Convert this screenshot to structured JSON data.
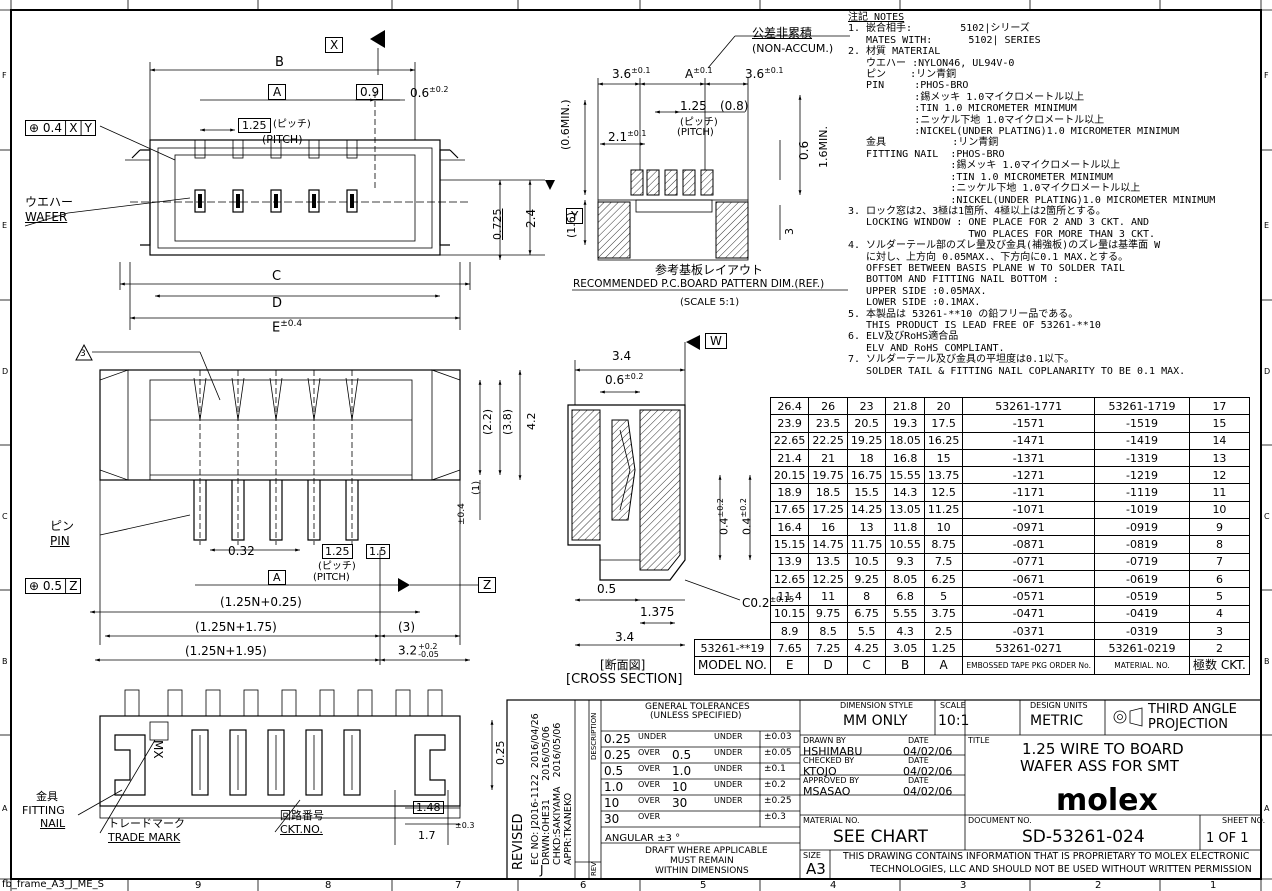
{
  "border": {
    "top_cols": [
      "",
      "",
      "",
      "",
      "",
      "",
      "",
      "",
      "",
      ""
    ],
    "bottom_cols": [
      "9",
      "8",
      "7",
      "6",
      "5",
      "4",
      "3",
      "2",
      "1"
    ],
    "right_rows": [
      "F",
      "E",
      "D",
      "C",
      "B",
      "A"
    ],
    "left_rows": [
      "F",
      "E",
      "D",
      "C",
      "B",
      "A"
    ],
    "frame_label": "fb_frame_A3_J_ME_S"
  },
  "top_view": {
    "labels": {
      "x_datum": "X",
      "b": "B",
      "a_box": "A",
      "val_09": "0.9",
      "val_06": "0.6",
      "tol_06": "±0.2",
      "pitch": "1.25",
      "pitch_jp": "(ピッチ)",
      "pitch_en": "(PITCH)",
      "pos_tol": "0.4",
      "pos_x": "X",
      "pos_y": "Y",
      "wafer_jp": "ウエハー",
      "wafer_en": "WAFER",
      "dim_0725": "0.725",
      "dim_24": "2.4",
      "c": "C",
      "d": "D",
      "e": "E",
      "e_tol": "±0.4",
      "y_datum": "Y"
    }
  },
  "pcb_layout": {
    "labels": {
      "non_accum_jp": "公差非累積",
      "non_accum_en": "(NON-ACCUM.)",
      "d36a": "3.6",
      "d36b": "3.6",
      "tol01": "±0.1",
      "a": "A",
      "d125": "1.25",
      "d08": "(0.8)",
      "d06min": "(0.6MIN.)",
      "d21": "2.1",
      "pitch_jp": "(ピッチ)",
      "pitch_en": "(PITCH)",
      "d06": "0.6",
      "d16min": "1.6MIN.",
      "d16": "(1.6)",
      "d3": "3",
      "title_jp": "参考基板レイアウト",
      "title_en": "RECOMMENDED P.C.BOARD PATTERN DIM.(REF.)",
      "scale": "(SCALE 5:1)"
    }
  },
  "front_view": {
    "labels": {
      "tri3": "3",
      "d22": "(2.2)",
      "d38": "(3.8)",
      "d42": "4.2",
      "d1": "(1)",
      "tol04": "±0.4",
      "pin_jp": "ピン",
      "pin_en": "PIN",
      "d032": "0.32",
      "d125": "1.25",
      "d15": "1.5",
      "pitch_jp": "(ピッチ)",
      "pitch_en": "(PITCH)",
      "a_box": "A",
      "pos_tol": "0.5",
      "pos_z": "Z",
      "z_datum": "Z",
      "n025": "(1.25N+0.25)",
      "n175": "(1.25N+1.75)",
      "n195": "(1.25N+1.95)",
      "d3": "(3)",
      "d32": "3.2",
      "d32_tol_hi": "+0.2",
      "d32_tol_lo": "-0.05"
    }
  },
  "cross_section": {
    "labels": {
      "d34": "3.4",
      "d06": "0.6",
      "tol02": "±0.2",
      "w": "W",
      "d04a": "0.4",
      "d04b": "0.4",
      "d05": "0.5",
      "d1375": "1.375",
      "c02": "C0.2",
      "c02tol": "±0.15",
      "d34b": "3.4",
      "title_jp": "[断面図]",
      "title_en": "[CROSS SECTION]"
    }
  },
  "bottom_view": {
    "labels": {
      "fitting_jp": "金具",
      "fitting_en1": "FITTING",
      "fitting_en2": "NAIL",
      "trade_jp": "トレードマーク",
      "trade_en": "TRADE MARK",
      "ckt_jp": "回路番号",
      "ckt_en": "CKT.NO.",
      "d025": "0.25",
      "d148": "1.48",
      "d17": "1.7",
      "tol03": "±0.3",
      "mark": "MX"
    }
  },
  "notes": {
    "header": "注記 NOTES",
    "lines": [
      "1. 嵌合相手:        5102|シリーズ",
      "   MATES WITH:      5102| SERIES",
      "2. 材質 MATERIAL",
      "   ウエハー :NYLON46, UL94V-0",
      "   ピン    :リン青銅",
      "   PIN     :PHOS-BRO",
      "           :錫メッキ 1.0マイクロメートル以上",
      "           :TIN 1.0 MICROMETER MINIMUM",
      "           :ニッケル下地 1.0マイクロメートル以上",
      "           :NICKEL(UNDER PLATING)1.0 MICROMETER MINIMUM",
      "   金具           :リン青銅",
      "   FITTING NAIL  :PHOS-BRO",
      "                 :錫メッキ 1.0マイクロメートル以上",
      "                 :TIN 1.0 MICROMETER MINIMUM",
      "                 :ニッケル下地 1.0マイクロメートル以上",
      "                 :NICKEL(UNDER PLATING)1.0 MICROMETER MINIMUM",
      "3. ロック窓は2、3極は1箇所、4極以上は2箇所とする。",
      "   LOCKING WINDOW : ONE PLACE FOR 2 AND 3 CKT. AND",
      "                    TWO PLACES FOR MORE THAN 3 CKT.",
      "4. ソルダーテール部のズレ量及び金具(補強板)のズレ量は基準面 W",
      "   に対し、上方向 0.05MAX.、下方向に0.1 MAX.とする。",
      "   OFFSET BETWEEN BASIS PLANE W TO SOLDER TAIL",
      "   BOTTOM AND FITTING NAIL BOTTOM :",
      "   UPPER SIDE :0.05MAX.",
      "   LOWER SIDE :0.1MAX.",
      "5. 本製品は 53261-**10 の鉛フリー品である。",
      "   THIS PRODUCT IS LEAD FREE OF 53261-**10",
      "6. ELV及びRoHS適合品",
      "   ELV AND RoHS COMPLIANT.",
      "7. ソルダーテール及び金具の平坦度は0.1以下。",
      "   SOLDER TAIL & FITTING NAIL COPLANARITY TO BE 0.1 MAX."
    ]
  },
  "dim_table": {
    "rows": [
      [
        "26.4",
        "26",
        "23",
        "21.8",
        "20",
        "53261-1771",
        "53261-1719",
        "17"
      ],
      [
        "23.9",
        "23.5",
        "20.5",
        "19.3",
        "17.5",
        "-1571",
        "-1519",
        "15"
      ],
      [
        "22.65",
        "22.25",
        "19.25",
        "18.05",
        "16.25",
        "-1471",
        "-1419",
        "14"
      ],
      [
        "21.4",
        "21",
        "18",
        "16.8",
        "15",
        "-1371",
        "-1319",
        "13"
      ],
      [
        "20.15",
        "19.75",
        "16.75",
        "15.55",
        "13.75",
        "-1271",
        "-1219",
        "12"
      ],
      [
        "18.9",
        "18.5",
        "15.5",
        "14.3",
        "12.5",
        "-1171",
        "-1119",
        "11"
      ],
      [
        "17.65",
        "17.25",
        "14.25",
        "13.05",
        "11.25",
        "-1071",
        "-1019",
        "10"
      ],
      [
        "16.4",
        "16",
        "13",
        "11.8",
        "10",
        "-0971",
        "-0919",
        "9"
      ],
      [
        "15.15",
        "14.75",
        "11.75",
        "10.55",
        "8.75",
        "-0871",
        "-0819",
        "8"
      ],
      [
        "13.9",
        "13.5",
        "10.5",
        "9.3",
        "7.5",
        "-0771",
        "-0719",
        "7"
      ],
      [
        "12.65",
        "12.25",
        "9.25",
        "8.05",
        "6.25",
        "-0671",
        "-0619",
        "6"
      ],
      [
        "11.4",
        "11",
        "8",
        "6.8",
        "5",
        "-0571",
        "-0519",
        "5"
      ],
      [
        "10.15",
        "9.75",
        "6.75",
        "5.55",
        "3.75",
        "-0471",
        "-0419",
        "4"
      ],
      [
        "8.9",
        "8.5",
        "5.5",
        "4.3",
        "2.5",
        "-0371",
        "-0319",
        "3"
      ],
      [
        "7.65",
        "7.25",
        "4.25",
        "3.05",
        "1.25",
        "53261-0271",
        "53261-0219",
        "2"
      ]
    ],
    "prefix": "53261-**19",
    "header": [
      "MODEL NO.",
      "E",
      "D",
      "C",
      "B",
      "A",
      "EMBOSSED TAPE PKG ORDER No.",
      "MATERIAL. NO.",
      "極数 CKT."
    ]
  },
  "title_block": {
    "revised": "REVISED",
    "ec_no": "EC NO: J2016-1122",
    "drwn": "DRWN:OHE31",
    "chkd": "CHKD:SAKIYAMA",
    "appr": "APPR:TKANEKO",
    "date1": "2016/04/26",
    "date2": "2016/05/06",
    "date3": "2016/05/06",
    "rev": "J",
    "rev_label": "REV",
    "desc_label": "DESCRIPTION",
    "gen_tol_1": "GENERAL TOLERANCES",
    "gen_tol_2": "(UNLESS SPECIFIED)",
    "tol_rows": [
      {
        "a": "0.25",
        "b": "UNDER",
        "c": "",
        "d": "UNDER",
        "t": "±0.03"
      },
      {
        "a": "0.25",
        "b": "OVER",
        "c": "0.5",
        "d": "UNDER",
        "t": "±0.05"
      },
      {
        "a": "0.5",
        "b": "OVER",
        "c": "1.0",
        "d": "UNDER",
        "t": "±0.1"
      },
      {
        "a": "1.0",
        "b": "OVER",
        "c": "10",
        "d": "UNDER",
        "t": "±0.2"
      },
      {
        "a": "10",
        "b": "OVER",
        "c": "30",
        "d": "UNDER",
        "t": "±0.25"
      },
      {
        "a": "30",
        "b": "OVER",
        "c": "",
        "d": "",
        "t": "±0.3"
      }
    ],
    "angular": "ANGULAR   ±3   °",
    "draft_1": "DRAFT WHERE APPLICABLE",
    "draft_2": "MUST REMAIN",
    "draft_3": "WITHIN DIMENSIONS",
    "dim_style_label": "DIMENSION STYLE",
    "dim_style": "MM ONLY",
    "scale_label": "SCALE",
    "scale": "10:1",
    "design_units_label": "DESIGN UNITS",
    "design_units": "METRIC",
    "projection_1": "THIRD ANGLE",
    "projection_2": "PROJECTION",
    "drawn_by_label": "DRAWN BY",
    "drawn_by": "HSHIMABU",
    "drawn_date": "04/02/06",
    "checked_by_label": "CHECKED BY",
    "checked_by": "KTOJO",
    "checked_date": "04/02/06",
    "approved_by_label": "APPROVED BY",
    "approved_by": "MSASAO",
    "approved_date": "04/02/06",
    "date_label": "DATE",
    "title_label": "TITLE",
    "title_1": "1.25 WIRE TO BOARD",
    "title_2": "WAFER ASS FOR SMT",
    "brand": "molex",
    "material_no_label": "MATERIAL NO.",
    "material_no": "SEE CHART",
    "document_no_label": "DOCUMENT NO.",
    "document_no": "SD-53261-024",
    "sheet_no_label": "SHEET NO.",
    "sheet_no": "1 OF 1",
    "size_label": "SIZE",
    "size": "A3",
    "proprietary_1": "THIS DRAWING CONTAINS INFORMATION THAT IS PROPRIETARY TO MOLEX ELECTRONIC",
    "proprietary_2": "TECHNOLOGIES, LLC AND SHOULD NOT BE USED WITHOUT WRITTEN PERMISSION"
  }
}
